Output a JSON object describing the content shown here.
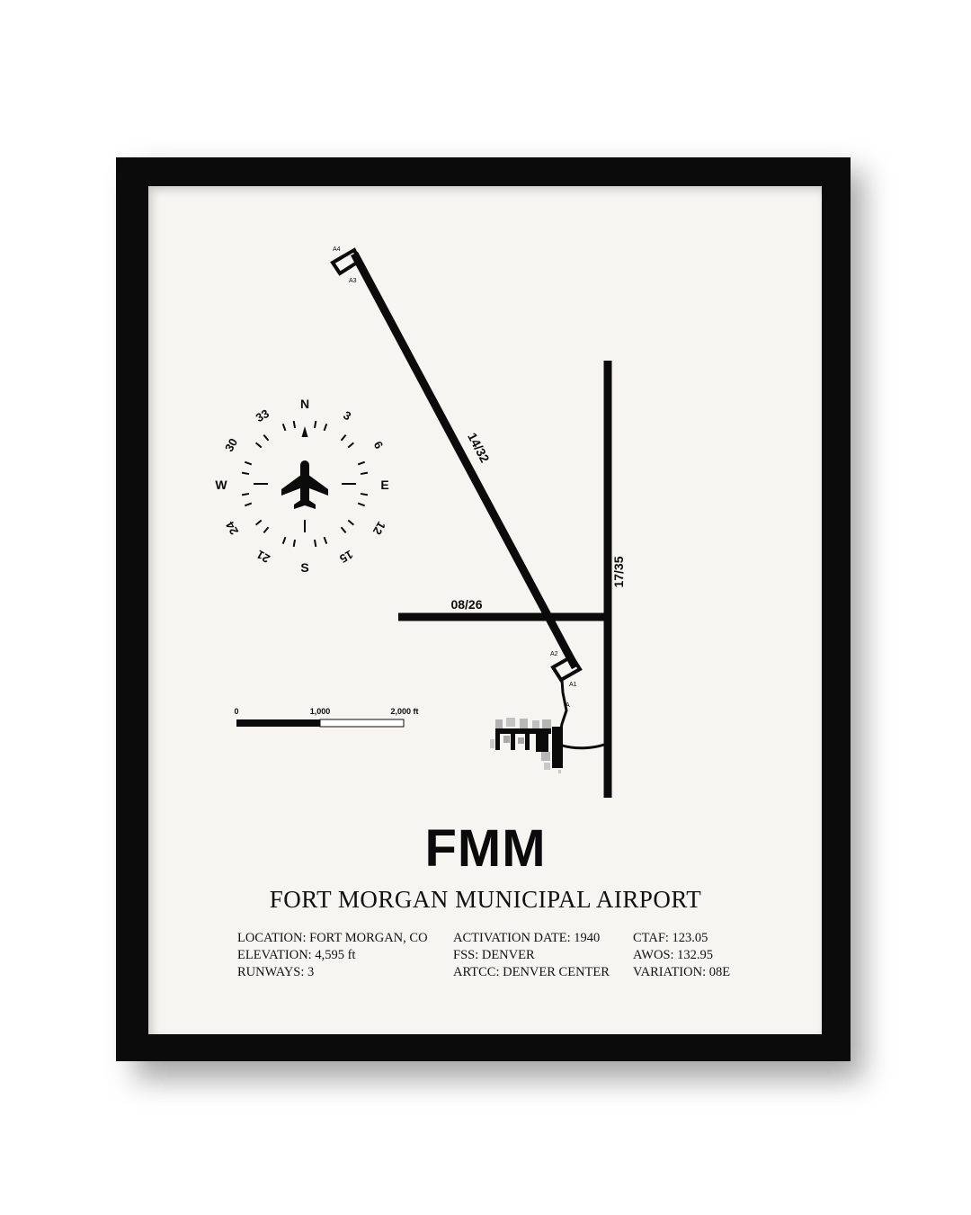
{
  "poster": {
    "code": "FMM",
    "name": "FORT MORGAN MUNICIPAL AIRPORT"
  },
  "info": {
    "col1": [
      "LOCATION: FORT MORGAN, CO",
      "ELEVATION: 4,595 ft",
      "RUNWAYS: 3"
    ],
    "col2": [
      "ACTIVATION DATE: 1940",
      "FSS: DENVER",
      "ARTCC: DENVER CENTER"
    ],
    "col3": [
      "CTAF: 123.05",
      "AWOS: 132.95",
      "VARIATION: 08E"
    ]
  },
  "runways": {
    "rw1": "14/32",
    "rw2": "17/35",
    "rw3": "08/26"
  },
  "taxiways": {
    "a4": "A4",
    "a3": "A3",
    "a2": "A2",
    "a1": "A1",
    "a": "A"
  },
  "compass": {
    "n": "N",
    "e": "E",
    "s": "S",
    "w": "W",
    "d3": "3",
    "d6": "6",
    "d12": "12",
    "d15": "15",
    "d21": "21",
    "d24": "24",
    "d30": "30",
    "d33": "33"
  },
  "scale": {
    "l0": "0",
    "l1": "1,000",
    "l2": "2,000 ft"
  },
  "colors": {
    "ink": "#0b0b0b",
    "paper": "#f7f5f2",
    "frame": "#0b0b0b"
  }
}
